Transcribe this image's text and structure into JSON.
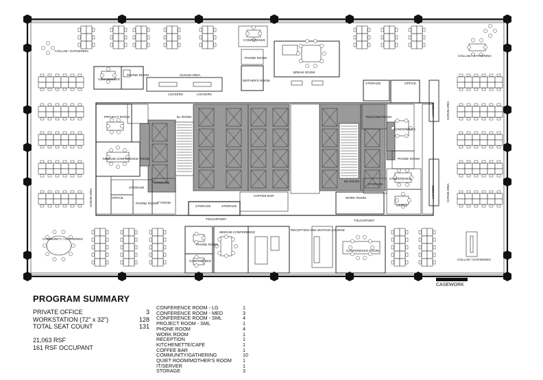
{
  "labels": {
    "collab_nw": "COLLAB / GATHERING",
    "collab_ne": "COLLAB / GATHERING",
    "collab_se": "COLLAB / GATHERING",
    "community": "COMMUNITY / GATHERING",
    "conference_nw": "CONFERENCE",
    "conference_n": "CONFERENCE",
    "phone_nw": "PHONE ROOM",
    "phone_n": "PHONE ROOM",
    "scrum_n": "SCRUM AREA",
    "lockers_a": "LOCKERS",
    "lockers_b": "LOCKERS",
    "mothers_room": "MOTHER'S ROOM",
    "break_room": "BREAK ROOM",
    "storage_ne": "STORAGE",
    "office_ne": "OFFICE",
    "project_room": "PROJECT ROOM",
    "medium_conf_w": "MEDIUM CONFERENCE ROOM",
    "scrum_w": "SCRUM AREA",
    "office_w": "OFFICE",
    "storage_w": "STORAGE",
    "phone_w": "PHONE ROOM",
    "storage_core_w": "STORAGE",
    "it_room": "IT ROOM",
    "storage_s1": "STORAGE",
    "storage_s2": "STORAGE",
    "touchpoint_w": "TOUCHPOINT",
    "coffee_bar": "COFFEE BAR",
    "elec_w": "EL ROOM",
    "telecom": "TELECOM ROOM",
    "elec_e": "EE ROOM",
    "storage_e": "STORAGE",
    "conference_e": "CONFERENCE",
    "phone_e": "PHONE ROOM",
    "conference_e2": "CONFERENCE",
    "office_e": "OFFICE",
    "work_room": "WORK ROOM",
    "touchpoint_e": "TOUCHPOINT",
    "lockers_e1": "LOCKERS",
    "lockers_e2": "LOCKERS",
    "scrum_e1": "SCRUM AREA",
    "scrum_e2": "SCRUM AREA",
    "medium_conf_s": "MEDIUM CONFERENCE",
    "reception": "RECEPTION AND WAITING LOUNGE",
    "conference_room_s": "CONFERENCE ROOM",
    "phone_s": "PHONE ROOM",
    "conference_sw": "CONFERENCE",
    "casework": "CASEWORK"
  },
  "summary": {
    "title": "PROGRAM SUMMARY",
    "seats": [
      {
        "label": "PRIVATE OFFICE",
        "count": "3"
      },
      {
        "label": "WORKSTATION (72\" x 32\")",
        "count": "128"
      },
      {
        "label": "TOTAL SEAT COUNT",
        "count": "131"
      }
    ],
    "area": [
      "21,063 RSF",
      "161 RSF OCCUPANT"
    ],
    "rooms": [
      {
        "label": "CONFERENCE ROOM - LG",
        "count": "1"
      },
      {
        "label": "CONFERENCE ROOM - MED",
        "count": "3"
      },
      {
        "label": "CONFERENCE ROOM - SML",
        "count": "4"
      },
      {
        "label": "PROJECT ROOM - SML",
        "count": "1"
      },
      {
        "label": "PHONE ROOM",
        "count": "4"
      },
      {
        "label": "WORK ROOM",
        "count": "1"
      },
      {
        "label": "RECEPTION",
        "count": "1"
      },
      {
        "label": "KITCHENETTE/CAFE",
        "count": "1"
      },
      {
        "label": "COFFEE BAR",
        "count": "1"
      },
      {
        "label": "COMMUNITY/GATHERING",
        "count": "10"
      },
      {
        "label": "QUIET ROOM/MOTHER'S ROOM",
        "count": "1"
      },
      {
        "label": "IT/SERVER",
        "count": "1"
      },
      {
        "label": "STORAGE",
        "count": "3"
      }
    ]
  }
}
